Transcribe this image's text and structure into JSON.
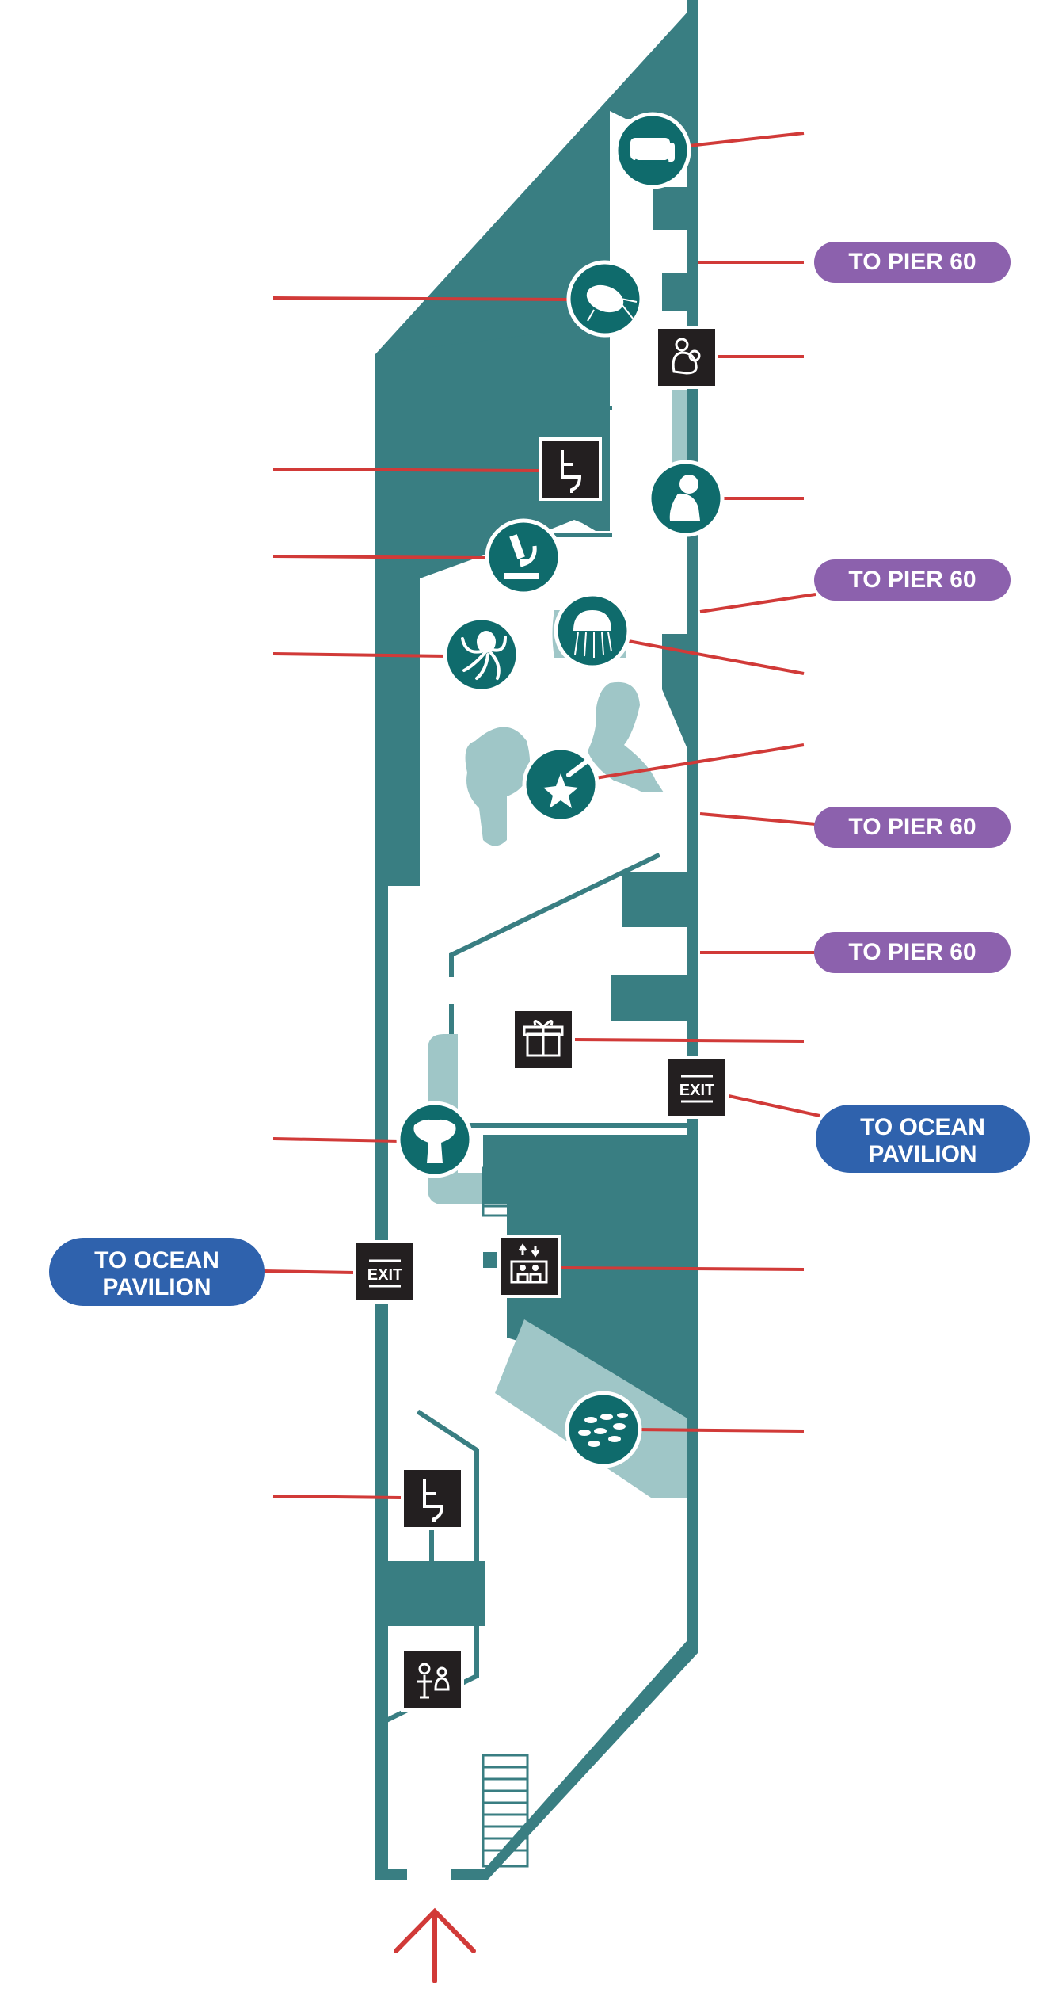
{
  "colors": {
    "wall": "#397e82",
    "light_teal": "#9fc6c7",
    "pier_pill": "#8c61ad",
    "ocean_pill": "#2f62ad",
    "leader_line": "#d13a38",
    "square_icon": "#231f20",
    "circle_icon": "#0f6b6c",
    "entrance_arrow": "#d13a38"
  },
  "connectors": {
    "pier_60": "TO PIER 60",
    "ocean_pavilion_line1": "TO OCEAN",
    "ocean_pavilion_line2": "PAVILION"
  },
  "icons": {
    "vr_headset": "vr-headset-icon",
    "copepod": "copepod-icon",
    "nursing_room": "nursing-room-icon",
    "restroom": "restroom-icon",
    "child_explorer": "child-explorer-icon",
    "microscope": "microscope-icon",
    "jellyfish": "jellyfish-icon",
    "octopus": "octopus-icon",
    "sea_star_touch_pool": "sea-star-touch-icon",
    "gift_shop": "gift-shop-icon",
    "exit": "exit-icon",
    "anemone": "anemone-icon",
    "elevator": "elevator-icon",
    "fish_school": "fish-school-icon",
    "family_restroom": "family-restroom-icon",
    "entrance_arrow": "entrance-arrow-icon"
  },
  "exit_label": "EXIT"
}
